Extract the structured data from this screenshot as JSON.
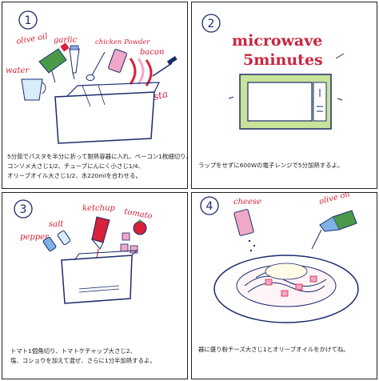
{
  "panels": [
    {
      "number": "1",
      "labels": {
        "olive_oil": "olive oil",
        "garlic": "garlic",
        "chicken_powder": "chicken Powder",
        "bacon": "bacon",
        "water": "water",
        "pasta": "Pasta"
      },
      "caption": [
        "5分茹でパスタを半分に折って耐熱容器に入れ、ベーコン1枚細切り、",
        "コンソメ大さじ1/2、チューブにんにく小さじ1/4、",
        "オリーブオイル大さじ1/2、水220mlを合わせる。"
      ]
    },
    {
      "number": "2",
      "labels": {
        "microwave": "microwave",
        "minutes": "5minutes"
      },
      "caption": [
        "ラップをせずに600Wの電子レンジで5分加熱するよ。"
      ]
    },
    {
      "number": "3",
      "labels": {
        "ketchup": "ketchup",
        "tomato": "tomato",
        "salt": "salt",
        "pepper": "pepper"
      },
      "caption": [
        "トマト1個角切り、トマトケチャップ大さじ2、",
        "塩、コショウを加えて混ぜ、さらに1分半加熱するよ。"
      ]
    },
    {
      "number": "4",
      "labels": {
        "cheese": "cheese",
        "olive_oil": "olive oil"
      },
      "caption": [
        "器に盛り粉チーズ大さじ1とオリーブオイルをかけてね。"
      ]
    }
  ],
  "colors": {
    "ink": "#1a2a6c",
    "red": "#d9213a",
    "green": "#4a9a4a",
    "microwave_green": "#c9e39a",
    "pink": "#f0a8c8",
    "blue_bottle": "#7fb2e5"
  }
}
